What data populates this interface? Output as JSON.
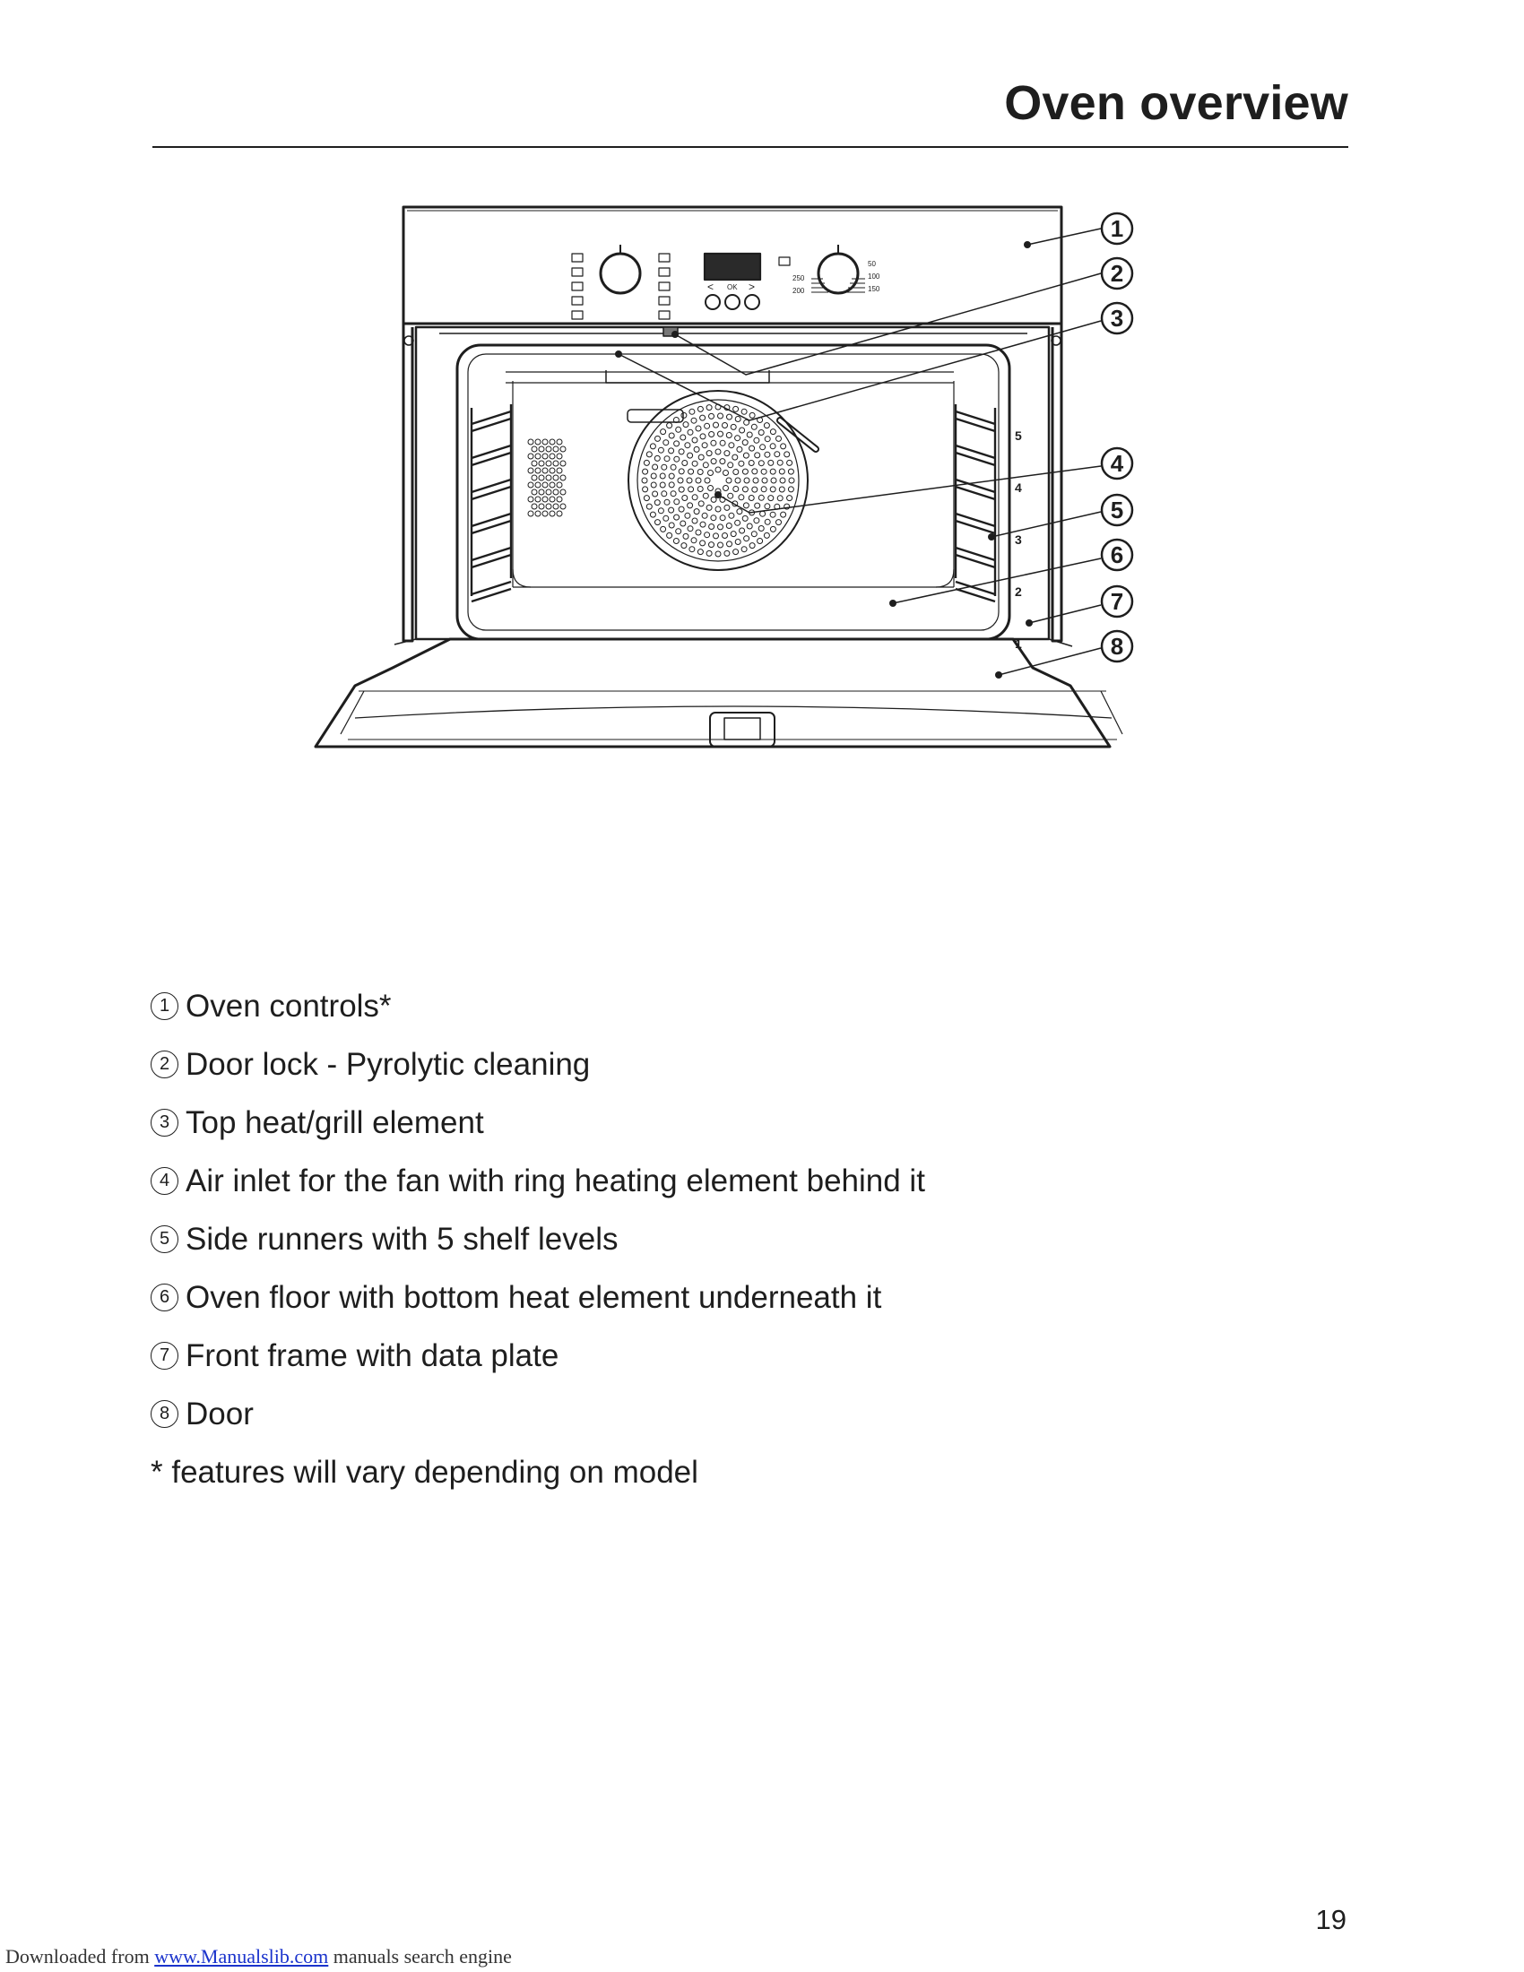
{
  "header": {
    "title": "Oven overview"
  },
  "diagram": {
    "callouts": [
      "1",
      "2",
      "3",
      "4",
      "5",
      "6",
      "7",
      "8"
    ],
    "shelf_numbers": [
      "5",
      "4",
      "3",
      "2",
      "1"
    ],
    "panel_text": {
      "ok": "OK",
      "left_arrow": "<",
      "right_arrow": ">",
      "t1": "250",
      "t2": "200",
      "t3": "50",
      "t4": "100",
      "t5": "150"
    }
  },
  "legend": {
    "items": [
      {
        "num": "1",
        "text": "Oven controls*"
      },
      {
        "num": "2",
        "text": "Door lock - Pyrolytic cleaning"
      },
      {
        "num": "3",
        "text": "Top heat/grill element"
      },
      {
        "num": "4",
        "text": "Air inlet for the fan with ring heating element behind it"
      },
      {
        "num": "5",
        "text": "Side runners with 5 shelf levels"
      },
      {
        "num": "6",
        "text": "Oven floor with bottom heat element underneath it"
      },
      {
        "num": "7",
        "text": "Front frame with data plate"
      },
      {
        "num": "8",
        "text": "Door"
      }
    ],
    "footnote": "* features will vary depending on model"
  },
  "footer": {
    "page_number": "19",
    "download_prefix": "Downloaded from",
    "download_link": "www.Manualslib.com",
    "download_suffix": "manuals search engine"
  }
}
